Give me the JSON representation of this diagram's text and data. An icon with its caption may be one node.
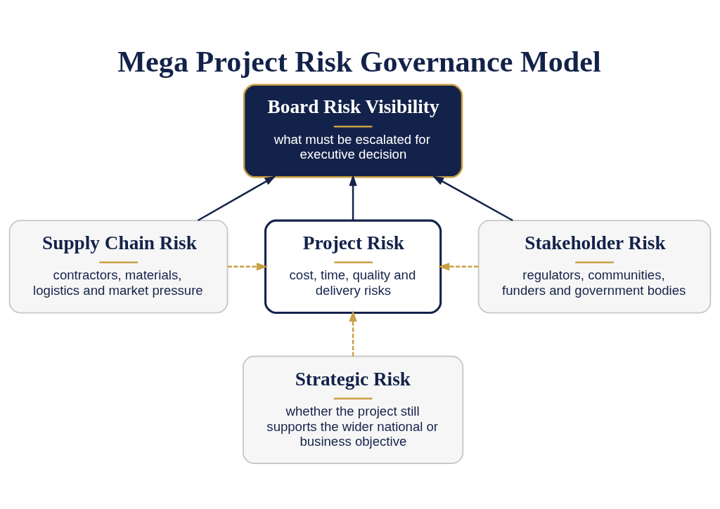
{
  "diagram": {
    "title": "Mega Project Risk Governance Model",
    "nodes": [
      {
        "text": [
          "Board Risk Visibility",
          "what must be escalated for executive decision"
        ]
      },
      {
        "text": [
          "Supply Chain Risk",
          "contractors, materials, logistics and market pressure"
        ]
      },
      {
        "text": [
          "Project Risk",
          "cost, time, quality and delivery risks"
        ]
      },
      {
        "text": [
          "Stakeholder Risk",
          "regulators, communities, funders and government bodies"
        ]
      },
      {
        "text": [
          "Strategic Risk",
          "whether the project still supports the wider national or business objective"
        ]
      }
    ],
    "edges": [
      {
        "from": 1,
        "to": 0,
        "arrow": "to"
      },
      {
        "from": 2,
        "to": 0,
        "arrow": "to"
      },
      {
        "from": 3,
        "to": 0,
        "arrow": "to"
      },
      {
        "from": 1,
        "to": 2,
        "arrow": "to",
        "style": "dashed",
        "color": "#c9a044"
      },
      {
        "from": 3,
        "to": 2,
        "arrow": "to",
        "style": "dashed",
        "color": "#c9a044"
      },
      {
        "from": 4,
        "to": 2,
        "arrow": "to",
        "style": "dashed",
        "color": "#c9a044"
      }
    ]
  }
}
